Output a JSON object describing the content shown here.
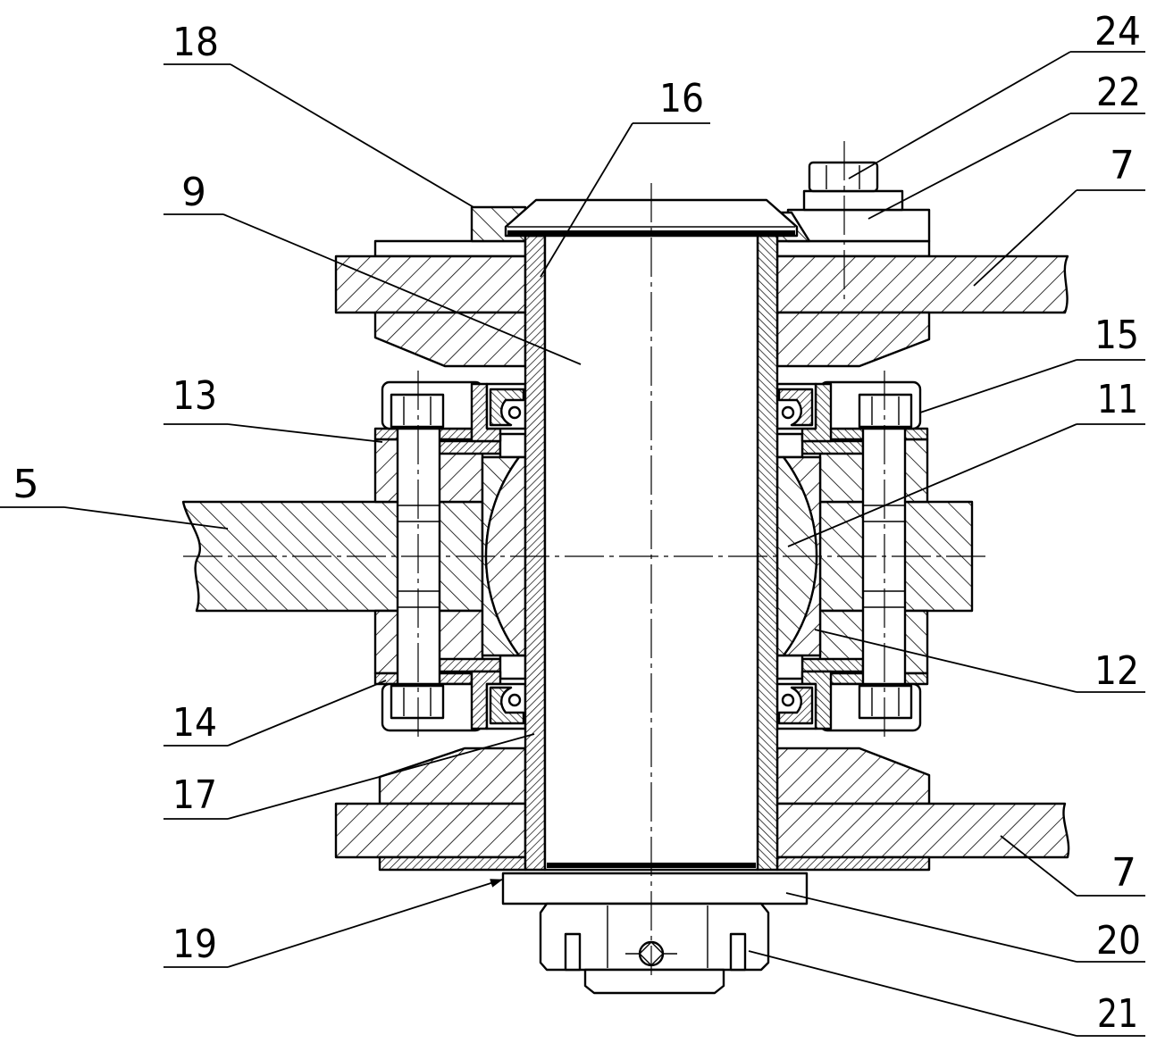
{
  "colors": {
    "ink": "#000000",
    "paper": "#ffffff"
  },
  "callouts": {
    "part_18": "18",
    "part_24": "24",
    "part_22": "22",
    "part_16": "16",
    "part_9": "9",
    "part_7_upper": "7",
    "part_15": "15",
    "part_13": "13",
    "part_11": "11",
    "part_5": "5",
    "part_12": "12",
    "part_14": "14",
    "part_17": "17",
    "part_7_lower": "7",
    "part_19": "19",
    "part_20": "20",
    "part_21": "21"
  }
}
